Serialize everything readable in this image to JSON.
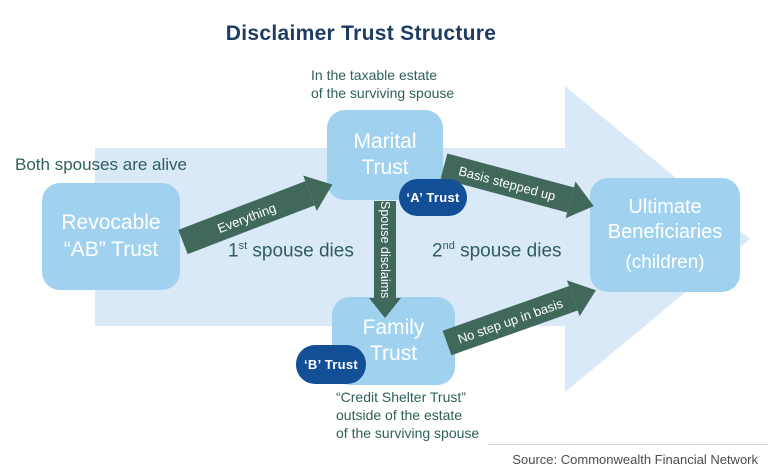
{
  "title": "Disclaimer Trust Structure",
  "labels": {
    "both_alive": "Both spouses are alive",
    "first": {
      "num": "1",
      "sup": "st",
      "rest": " spouse dies"
    },
    "second": {
      "num": "2",
      "sup": "nd",
      "rest": " spouse dies"
    }
  },
  "notes": {
    "marital_line1": "In the taxable estate",
    "marital_line2": "of the surviving spouse",
    "family_line1": "“Credit Shelter Trust”",
    "family_line2": "outside of the estate",
    "family_line3": "of the surviving spouse"
  },
  "boxes": {
    "revocable": {
      "line1": "Revocable",
      "line2": "“AB” Trust"
    },
    "marital": {
      "line1": "Marital",
      "line2": "Trust"
    },
    "family": {
      "line1": "Family",
      "line2": "Trust"
    },
    "ultimate": {
      "line1": "Ultimate",
      "line2": "Beneficiaries",
      "line3": "(children)"
    }
  },
  "badges": {
    "a_trust": "‘A’ Trust",
    "b_trust": "‘B’ Trust"
  },
  "arrows": {
    "everything": "Everything",
    "basis_stepped_up": "Basis stepped up",
    "spouse_disclaims": "Spouse disclaims",
    "no_step_up": "No step up in basis"
  },
  "footer": {
    "source": "Source: Commonwealth Financial Network"
  },
  "colors": {
    "title_navy": "#1c3c63",
    "box_blue": "#a0d2f0",
    "background_arrow_blue": "#d9e9f7",
    "arrow_green": "#40695b",
    "badge_navy": "#134f97",
    "annotation_teal": "#2f5f5a",
    "source_gray": "#4c4c4c"
  }
}
